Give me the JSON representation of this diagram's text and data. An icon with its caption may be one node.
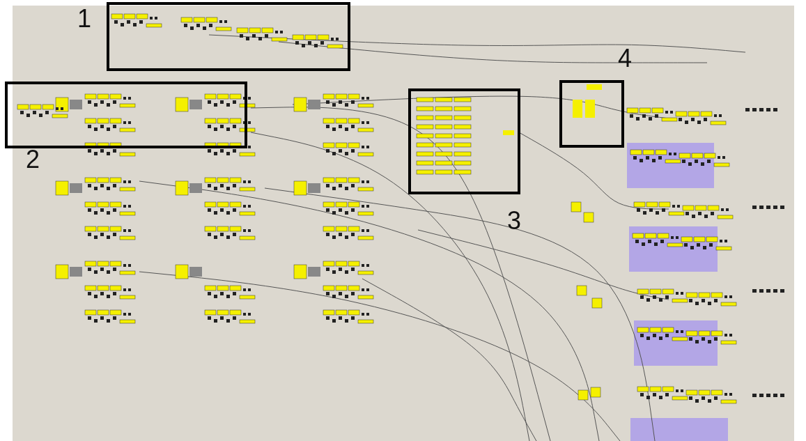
{
  "diagram": {
    "nodes": [
      {
        "text": [],
        "shape": "box",
        "beside": [
          "1"
        ]
      },
      {
        "text": [],
        "shape": "box",
        "beside": [
          "2"
        ]
      },
      {
        "text": [],
        "shape": "box",
        "beside": [
          "3"
        ]
      },
      {
        "text": [],
        "shape": "box",
        "beside": [
          "4"
        ]
      }
    ]
  }
}
